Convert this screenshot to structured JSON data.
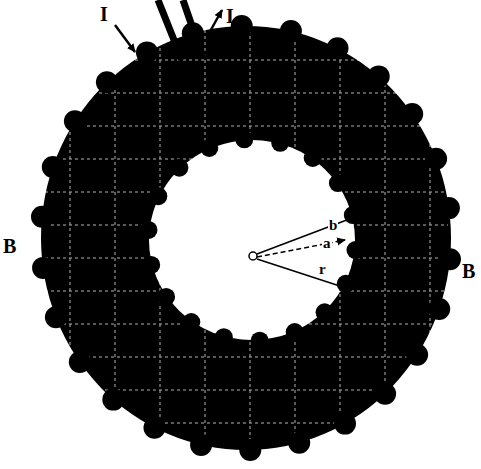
{
  "diagram": {
    "labels": [
      "I",
      "I",
      "B",
      "B",
      "b",
      "a",
      "r"
    ]
  }
}
